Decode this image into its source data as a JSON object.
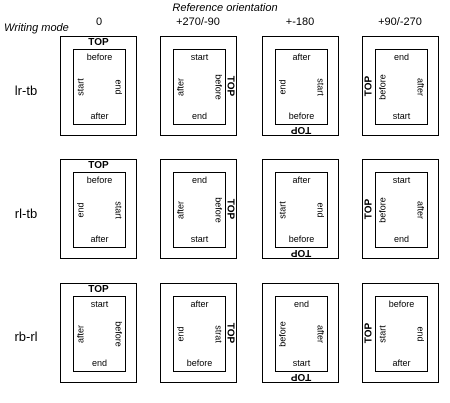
{
  "title": "Reference orientation",
  "writing_mode_label": "Writing mode",
  "columns": [
    "0",
    "+270/-90",
    "+-180",
    "+90/-270"
  ],
  "rows": [
    {
      "label": "lr-tb",
      "cells": [
        {
          "outer": "TOP",
          "top": "before",
          "bottom": "after",
          "left": "start",
          "right": "end"
        },
        {
          "outer": "TOP",
          "top": "start",
          "bottom": "end",
          "left": "after",
          "right": "before"
        },
        {
          "outer": "TOP",
          "top": "after",
          "bottom": "before",
          "left": "end",
          "right": "start"
        },
        {
          "outer": "TOP",
          "top": "end",
          "bottom": "start",
          "left": "before",
          "right": "after"
        }
      ]
    },
    {
      "label": "rl-tb",
      "cells": [
        {
          "outer": "TOP",
          "top": "before",
          "bottom": "after",
          "left": "end",
          "right": "start"
        },
        {
          "outer": "TOP",
          "top": "end",
          "bottom": "start",
          "left": "after",
          "right": "before"
        },
        {
          "outer": "TOP",
          "top": "after",
          "bottom": "before",
          "left": "start",
          "right": "end"
        },
        {
          "outer": "TOP",
          "top": "start",
          "bottom": "end",
          "left": "before",
          "right": "after"
        }
      ]
    },
    {
      "label": "rb-rl",
      "cells": [
        {
          "outer": "TOP",
          "top": "start",
          "bottom": "end",
          "left": "after",
          "right": "before"
        },
        {
          "outer": "TOP",
          "top": "after",
          "bottom": "before",
          "left": "end",
          "right": "strat"
        },
        {
          "outer": "TOP",
          "top": "end",
          "bottom": "start",
          "left": "before",
          "right": "after"
        },
        {
          "outer": "TOP",
          "top": "before",
          "bottom": "after",
          "left": "start",
          "right": "end"
        }
      ]
    }
  ]
}
